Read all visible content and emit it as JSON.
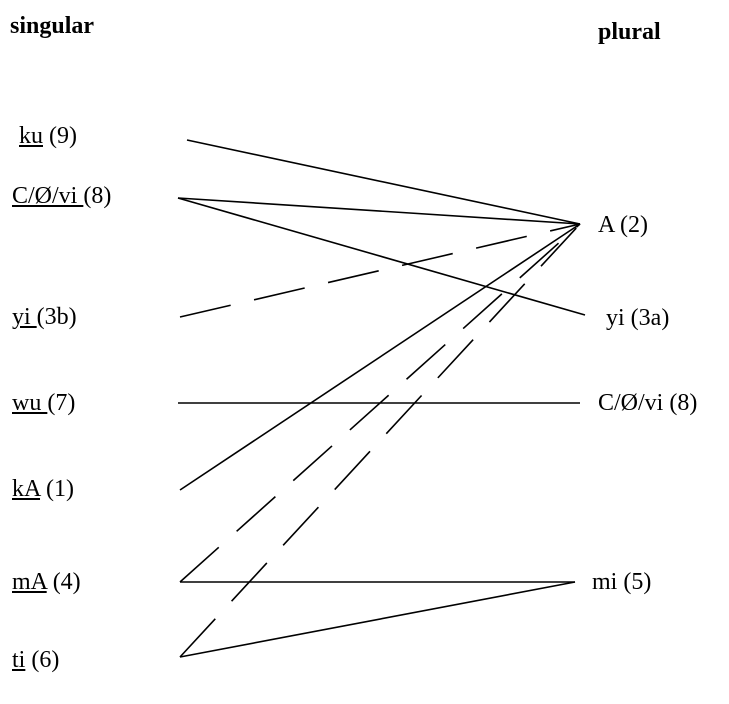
{
  "headings": {
    "singular": "singular",
    "plural": "plural"
  },
  "singular": [
    {
      "id": "ku",
      "underlined": "ku",
      "rest": " (9)"
    },
    {
      "id": "c0vi",
      "underlined": "C/Ø/vi ",
      "rest": "(8)"
    },
    {
      "id": "yi",
      "underlined": "yi ",
      "rest": "(3b)"
    },
    {
      "id": "wu",
      "underlined": "wu ",
      "rest": "(7)"
    },
    {
      "id": "ka",
      "underlined": "kA",
      "rest": " (1)"
    },
    {
      "id": "ma",
      "underlined": "mA",
      "rest": " (4)"
    },
    {
      "id": "ti",
      "underlined": "ti",
      "rest": " (6)"
    }
  ],
  "plural": [
    {
      "id": "a2",
      "text": "A (2)"
    },
    {
      "id": "yi3a",
      "text": "yi (3a)"
    },
    {
      "id": "c0vi8",
      "text": "C/Ø/vi (8)"
    },
    {
      "id": "mi5",
      "text": "mi (5)"
    }
  ],
  "connections": [
    {
      "from": "ku",
      "to": "a2",
      "style": "solid"
    },
    {
      "from": "c0vi",
      "to": "a2",
      "style": "solid"
    },
    {
      "from": "c0vi",
      "to": "yi3a",
      "style": "solid"
    },
    {
      "from": "yi",
      "to": "a2",
      "style": "dashed"
    },
    {
      "from": "wu",
      "to": "c0vi8",
      "style": "solid"
    },
    {
      "from": "ka",
      "to": "a2",
      "style": "solid"
    },
    {
      "from": "ma",
      "to": "mi5",
      "style": "solid"
    },
    {
      "from": "ma",
      "to": "a2",
      "style": "dashed"
    },
    {
      "from": "ti",
      "to": "mi5",
      "style": "solid"
    },
    {
      "from": "ti",
      "to": "a2",
      "style": "dashed"
    }
  ]
}
